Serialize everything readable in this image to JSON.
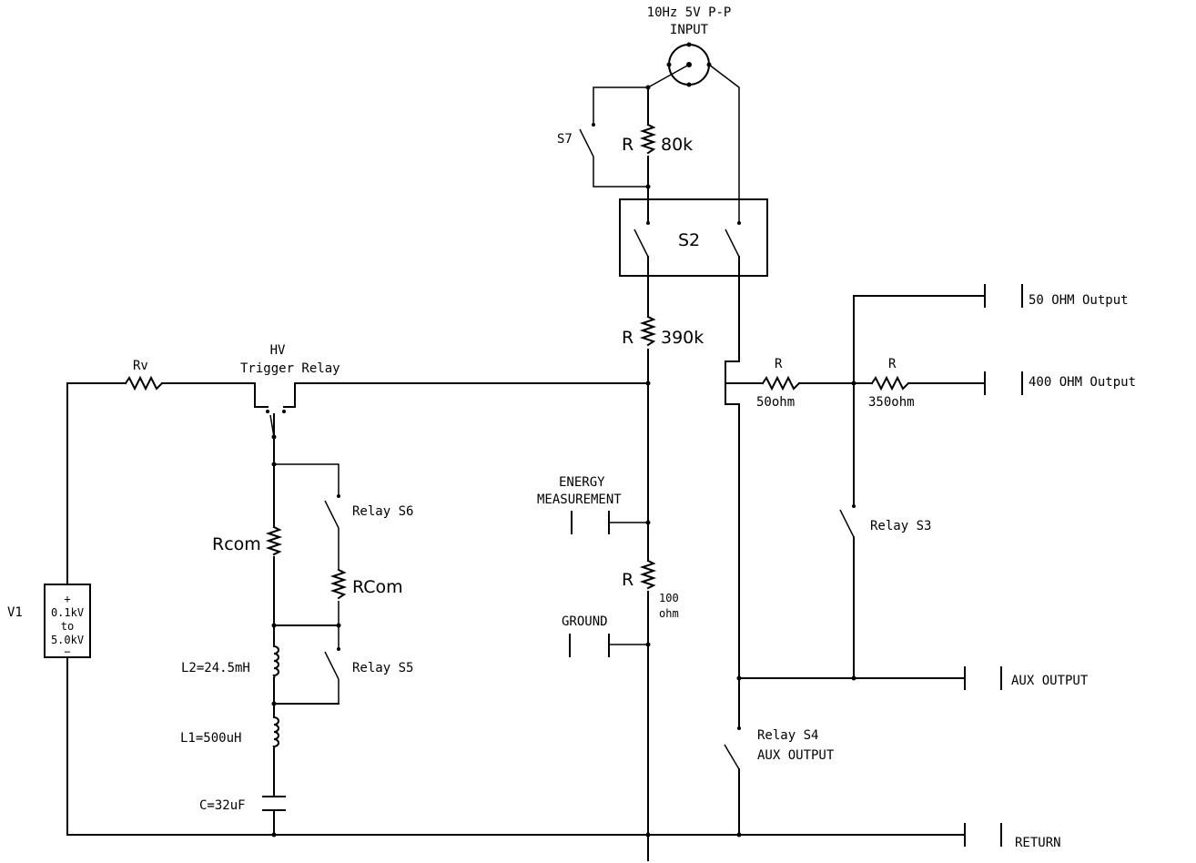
{
  "input": {
    "line1": "10Hz 5V P-P",
    "line2": "INPUT"
  },
  "s7": "S7",
  "r80": {
    "r": "R",
    "value": "80k"
  },
  "s2": "S2",
  "r390": {
    "r": "R",
    "value": "390k"
  },
  "rv": "Rv",
  "hv_relay": {
    "line1": "HV",
    "line2": "Trigger Relay"
  },
  "r50": {
    "r": "R",
    "value": "50ohm"
  },
  "r350": {
    "r": "R",
    "value": "350ohm"
  },
  "out50": "50 OHM Output",
  "out400": "400 OHM Output",
  "relay_s6": "Relay S6",
  "rcom1": "Rcom",
  "rcom2": "RCom",
  "energy": {
    "line1": "ENERGY",
    "line2": "MEASUREMENT"
  },
  "relay_s3": "Relay S3",
  "r100": {
    "r": "R",
    "value1": "100",
    "value2": "ohm"
  },
  "ground": "GROUND",
  "v1": "V1",
  "source": {
    "plus": "+",
    "l1": "0.1kV",
    "l2": "to",
    "l3": "5.0kV",
    "minus": "−"
  },
  "l2": "L2=24.5mH",
  "relay_s5": "Relay S5",
  "aux_output": "AUX OUTPUT",
  "relay_s4": {
    "line1": "Relay S4",
    "line2": "AUX OUTPUT"
  },
  "l1": "L1=500uH",
  "cap": "C=32uF",
  "return": "RETURN"
}
